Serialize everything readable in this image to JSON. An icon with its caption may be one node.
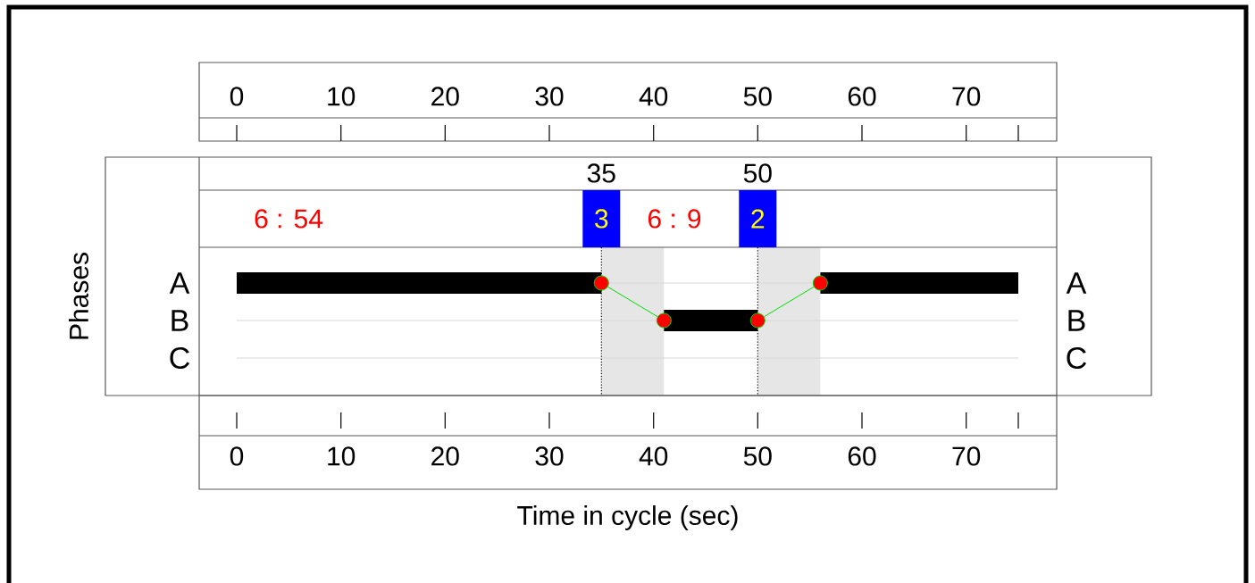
{
  "diagram": {
    "nodes": [
      {
        "text": [
          "3"
        ],
        "beside": [
          "35"
        ]
      },
      {
        "text": [
          "2"
        ],
        "beside": [
          "50"
        ]
      },
      {
        "text": [],
        "shape": "circle"
      },
      {
        "text": [],
        "shape": "circle"
      },
      {
        "text": [],
        "shape": "circle"
      },
      {
        "text": [],
        "shape": "circle"
      },
      {
        "text": [],
        "shape": "bar"
      },
      {
        "text": [],
        "shape": "bar"
      },
      {
        "text": [],
        "shape": "bar"
      }
    ],
    "edges": [
      {
        "from": 2,
        "to": 3,
        "arrow": "none"
      },
      {
        "from": 4,
        "to": 5,
        "arrow": "none"
      }
    ],
    "labels": [
      "0",
      "10",
      "20",
      "30",
      "40",
      "50",
      "60",
      "70",
      "6 : 54",
      "6 : 9",
      "Phases",
      "A",
      "B",
      "C",
      "A",
      "B",
      "C",
      "0",
      "10",
      "20",
      "30",
      "40",
      "50",
      "60",
      "70",
      "Time in cycle (sec)"
    ]
  }
}
